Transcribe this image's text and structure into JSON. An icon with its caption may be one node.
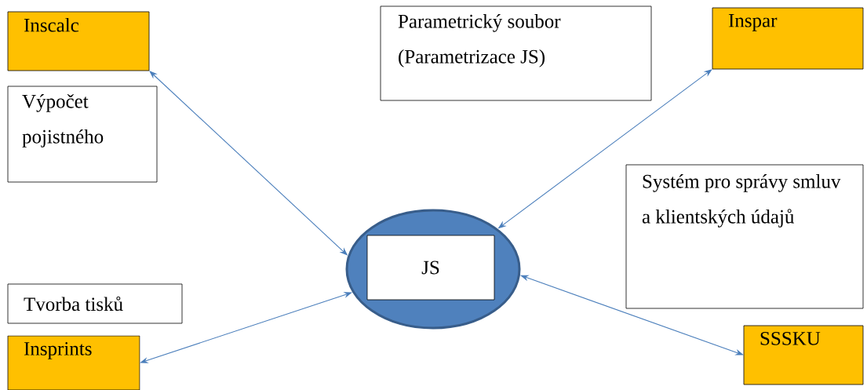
{
  "diagram": {
    "nodes": [
      {
        "text": [
          "Inscalc"
        ]
      },
      {
        "text": [
          "Výpočet pojistného"
        ]
      },
      {
        "text": [
          "Parametrický soubor (Parametrizace JS)"
        ]
      },
      {
        "text": [
          "Inspar"
        ]
      },
      {
        "text": [
          "Systém pro správy smluv a klientských údajů"
        ]
      },
      {
        "text": [],
        "shape": "ellipse"
      },
      {
        "text": [
          "JS"
        ],
        "in": 5
      },
      {
        "text": [
          "Tvorba tisků"
        ]
      },
      {
        "text": [
          "Insprints"
        ]
      },
      {
        "text": [
          "SSSKU"
        ]
      }
    ],
    "edges": [
      {
        "from": 0,
        "to": 5,
        "arrow": "both"
      },
      {
        "from": 3,
        "to": 5,
        "arrow": "both"
      },
      {
        "from": 8,
        "to": 5,
        "arrow": "both"
      },
      {
        "from": 9,
        "to": 5,
        "arrow": "both"
      }
    ]
  }
}
